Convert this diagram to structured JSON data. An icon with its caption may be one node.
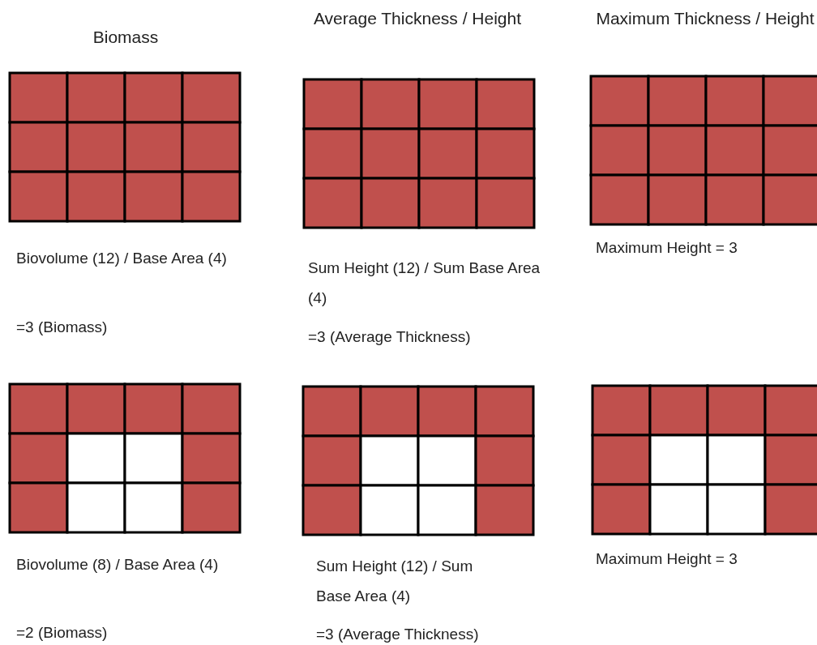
{
  "diagram": {
    "labels": [
      "Biomass",
      "Average Thickness / Height",
      "Maximum Thickness / Height",
      "Biovolume (12) / Base Area (4)",
      "=3 (Biomass)",
      "Sum Height (12) / Sum Base Area (4)",
      "=3 (Average Thickness)",
      "Maximum Height = 3",
      "Biovolume (8) / Base Area (4)",
      "=2 (Biomass)",
      "Sum Height (12) / Sum Base Area (4)",
      "=3 (Average Thickness)",
      "Maximum Height = 3"
    ]
  }
}
